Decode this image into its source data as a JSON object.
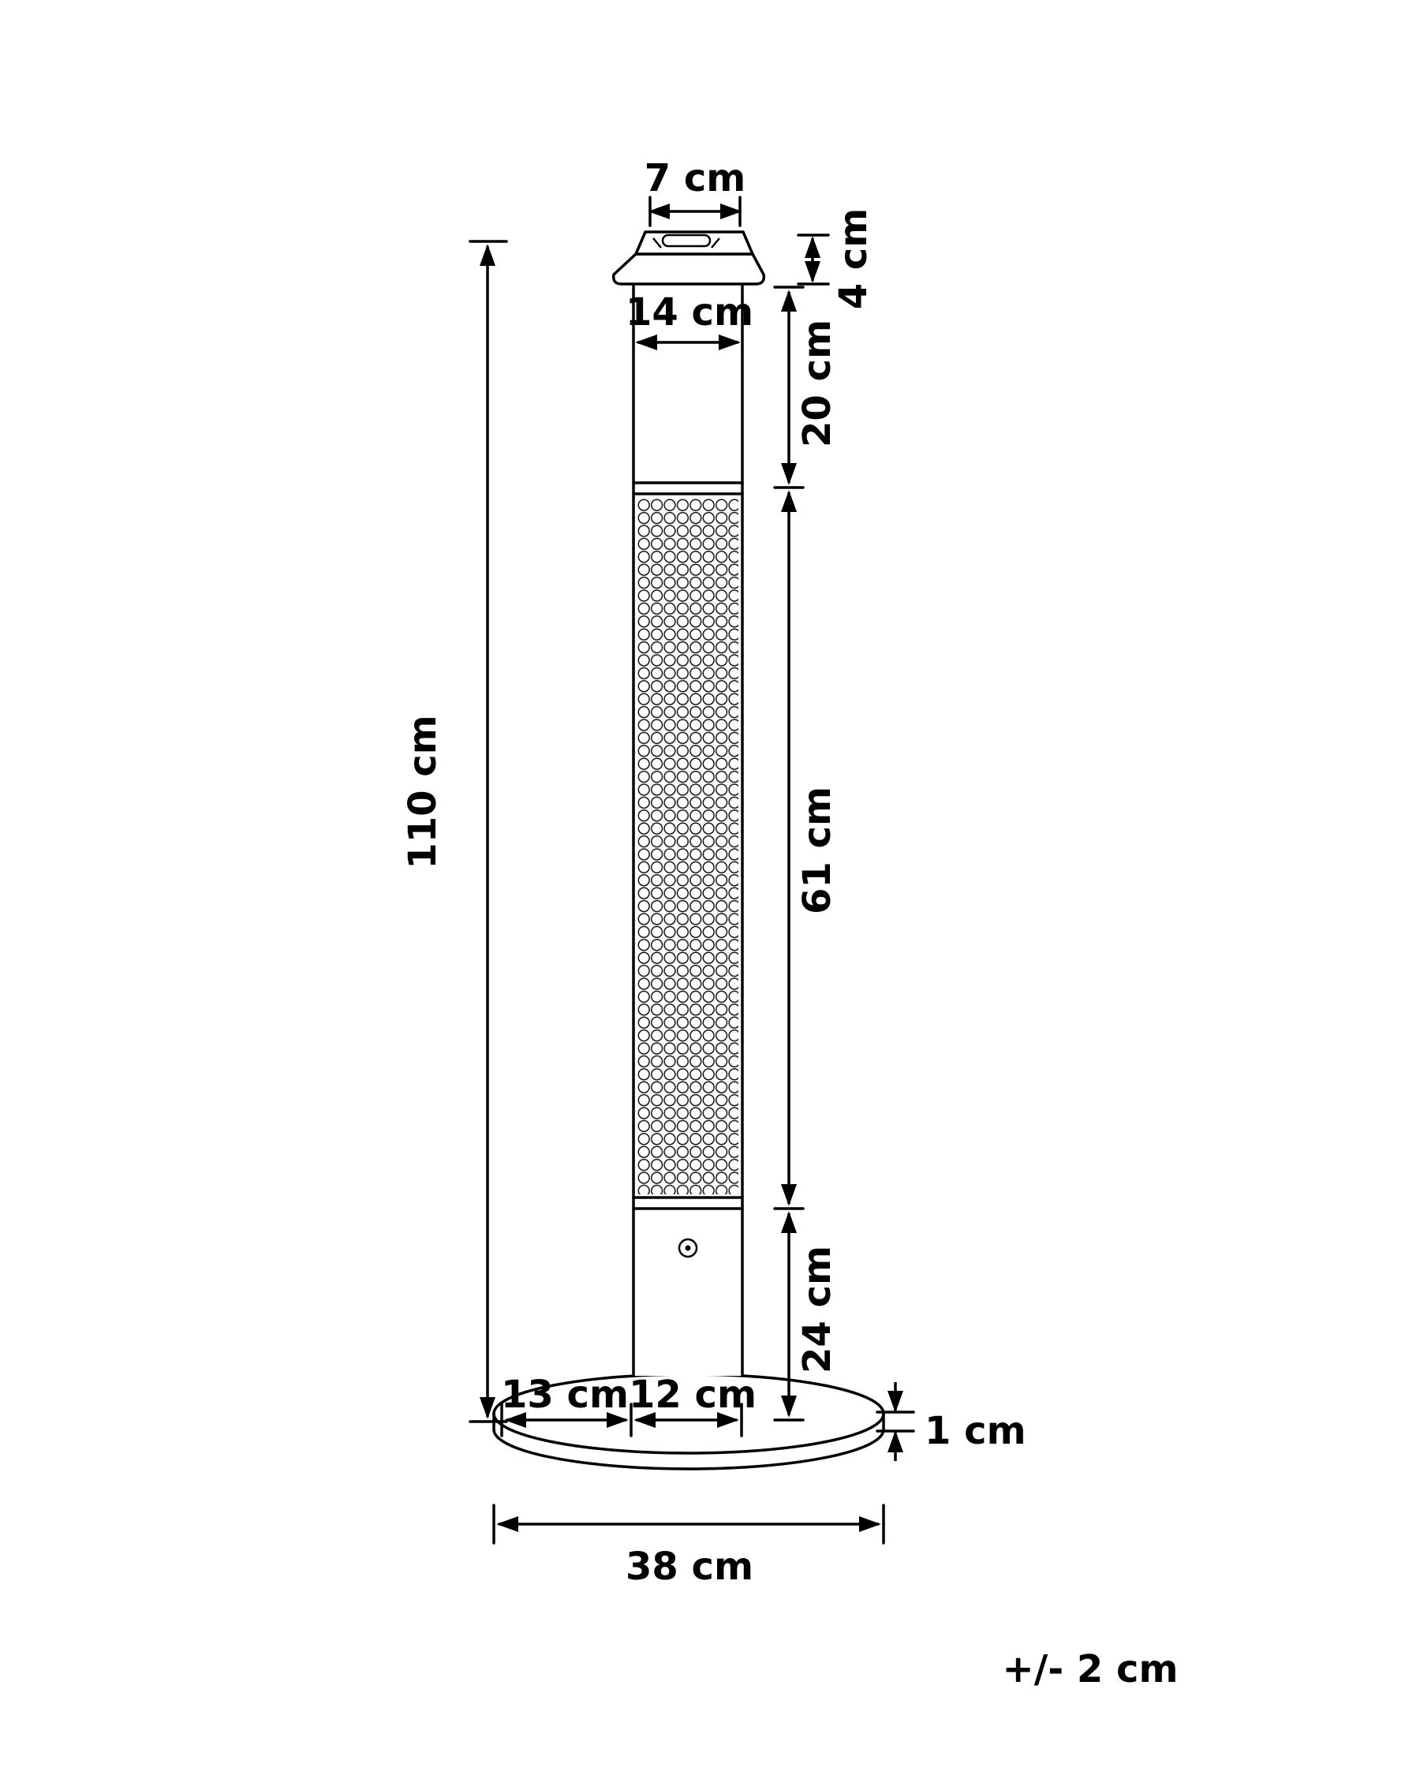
{
  "diagram": {
    "background": "#ffffff",
    "line_color": "#000000",
    "subject": "tower-patio-heater-dimension-drawing",
    "tolerance_note": "+/- 2 cm",
    "dimensions": {
      "cap_width": "7 cm",
      "cap_height": "4 cm",
      "column_top_width": "14 cm",
      "upper_section_height": "20 cm",
      "total_height": "110 cm",
      "grille_height": "61 cm",
      "lower_section_height": "24 cm",
      "base_edge_to_column": "13 cm",
      "column_bottom_width": "12 cm",
      "base_thickness": "1 cm",
      "base_diameter": "38 cm"
    }
  }
}
